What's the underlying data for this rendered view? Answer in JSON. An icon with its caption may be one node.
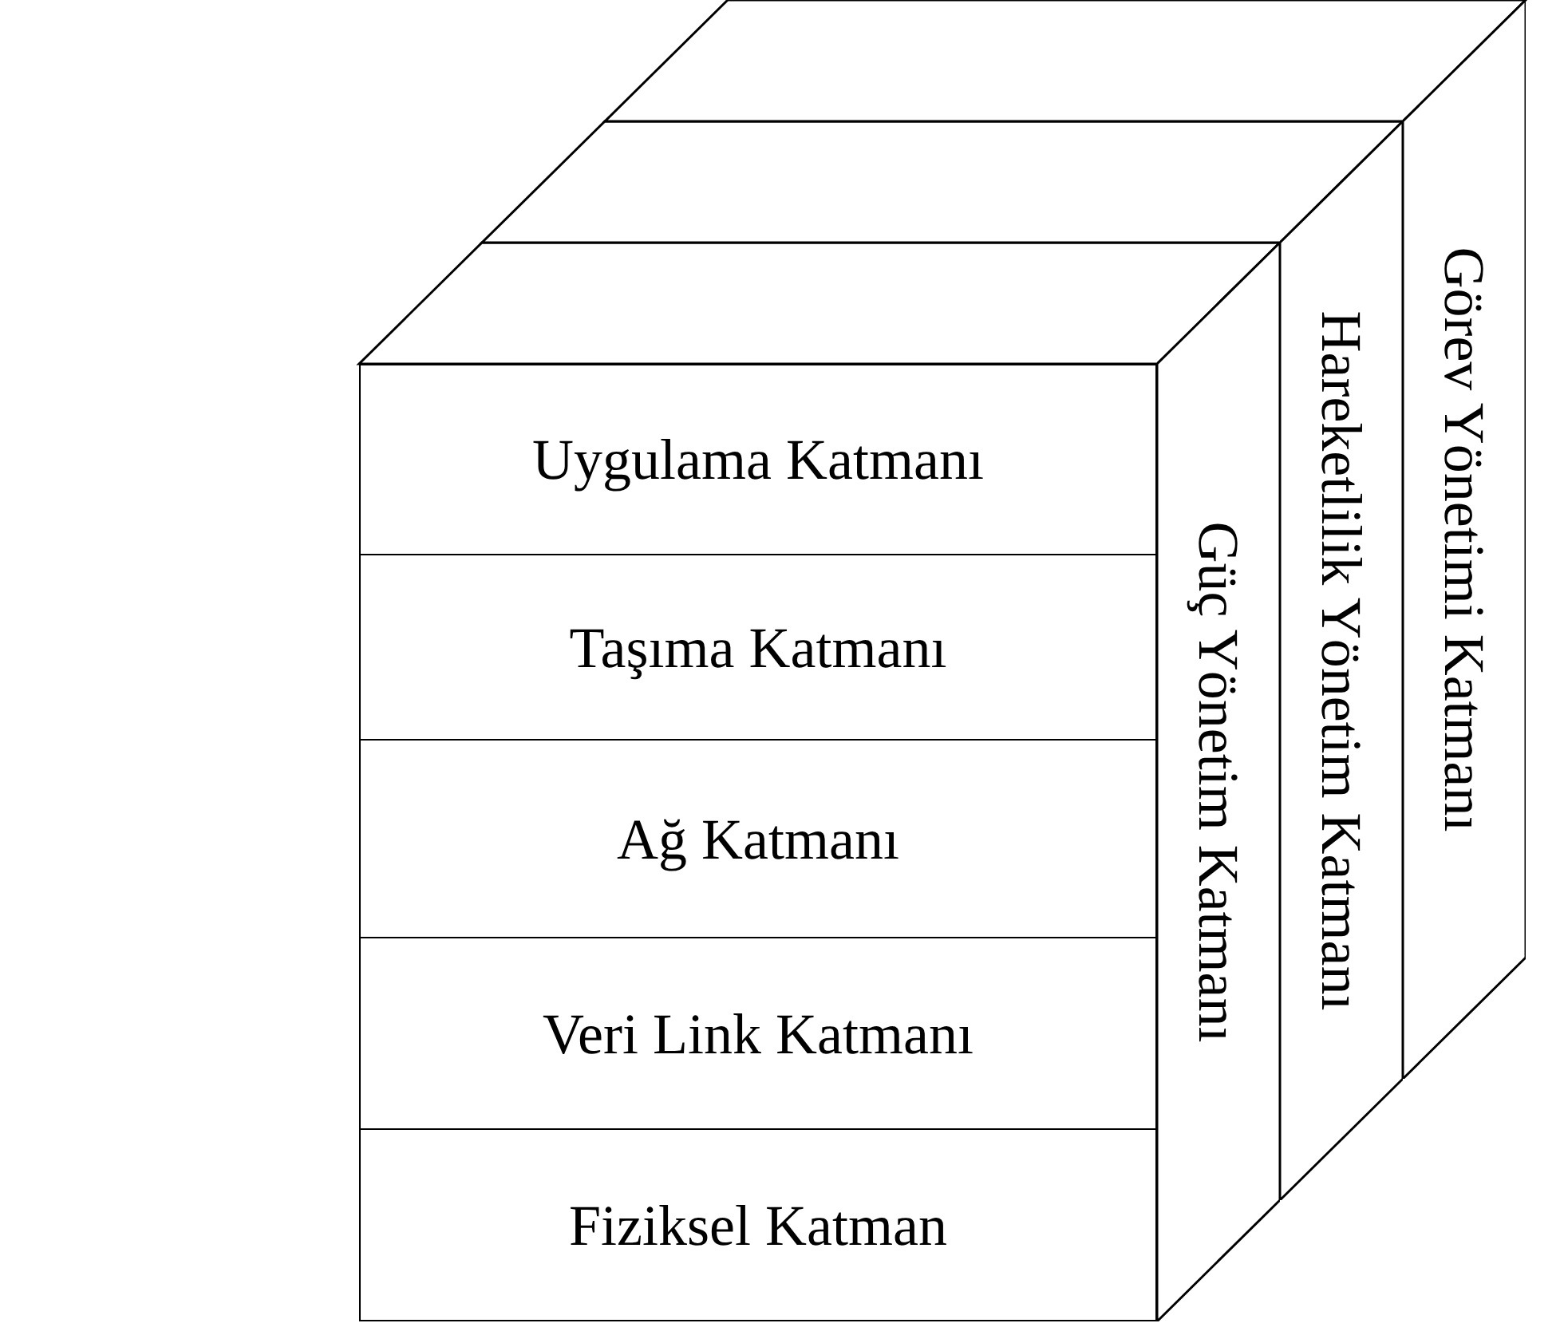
{
  "diagram": {
    "nodes": [
      {
        "text": [
          "Uygulama Katmanı"
        ]
      },
      {
        "text": [
          "Taşıma Katmanı"
        ]
      },
      {
        "text": [
          "Ağ Katmanı"
        ]
      },
      {
        "text": [
          "Veri Link Katmanı"
        ]
      },
      {
        "text": [
          "Fiziksel Katman"
        ]
      },
      {
        "text": [
          "Güç Yönetim Katmanı"
        ]
      },
      {
        "text": [
          "Hareketlilik Yönetim Katmanı"
        ]
      },
      {
        "text": [
          "Görev Yönetimi Katmanı"
        ]
      }
    ]
  }
}
